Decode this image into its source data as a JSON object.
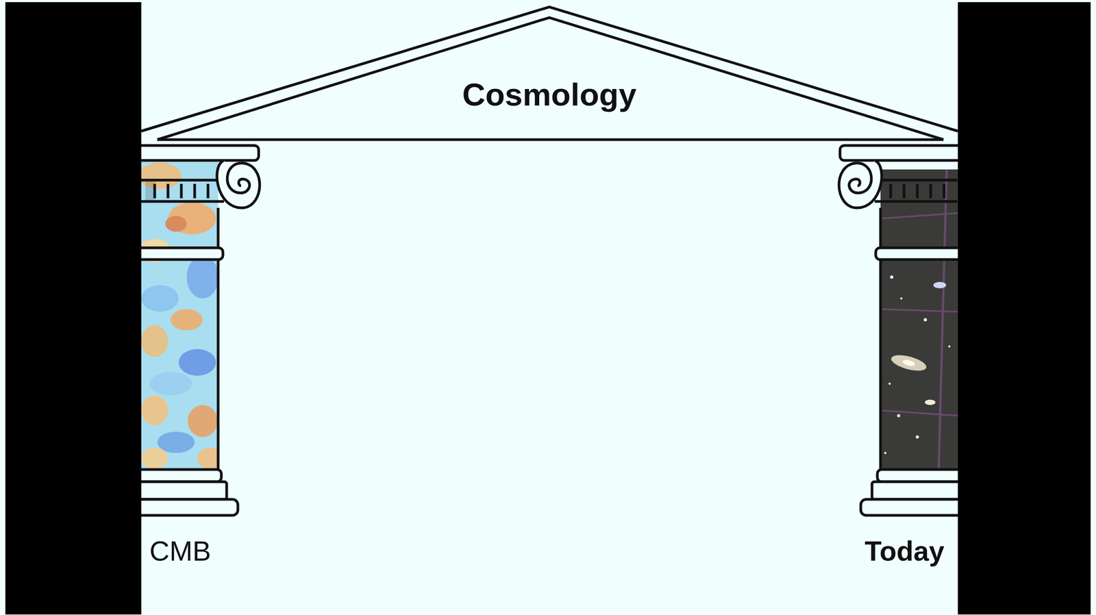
{
  "diagram": {
    "title": "Cosmology",
    "labels": [
      "CMB",
      "Today"
    ]
  }
}
